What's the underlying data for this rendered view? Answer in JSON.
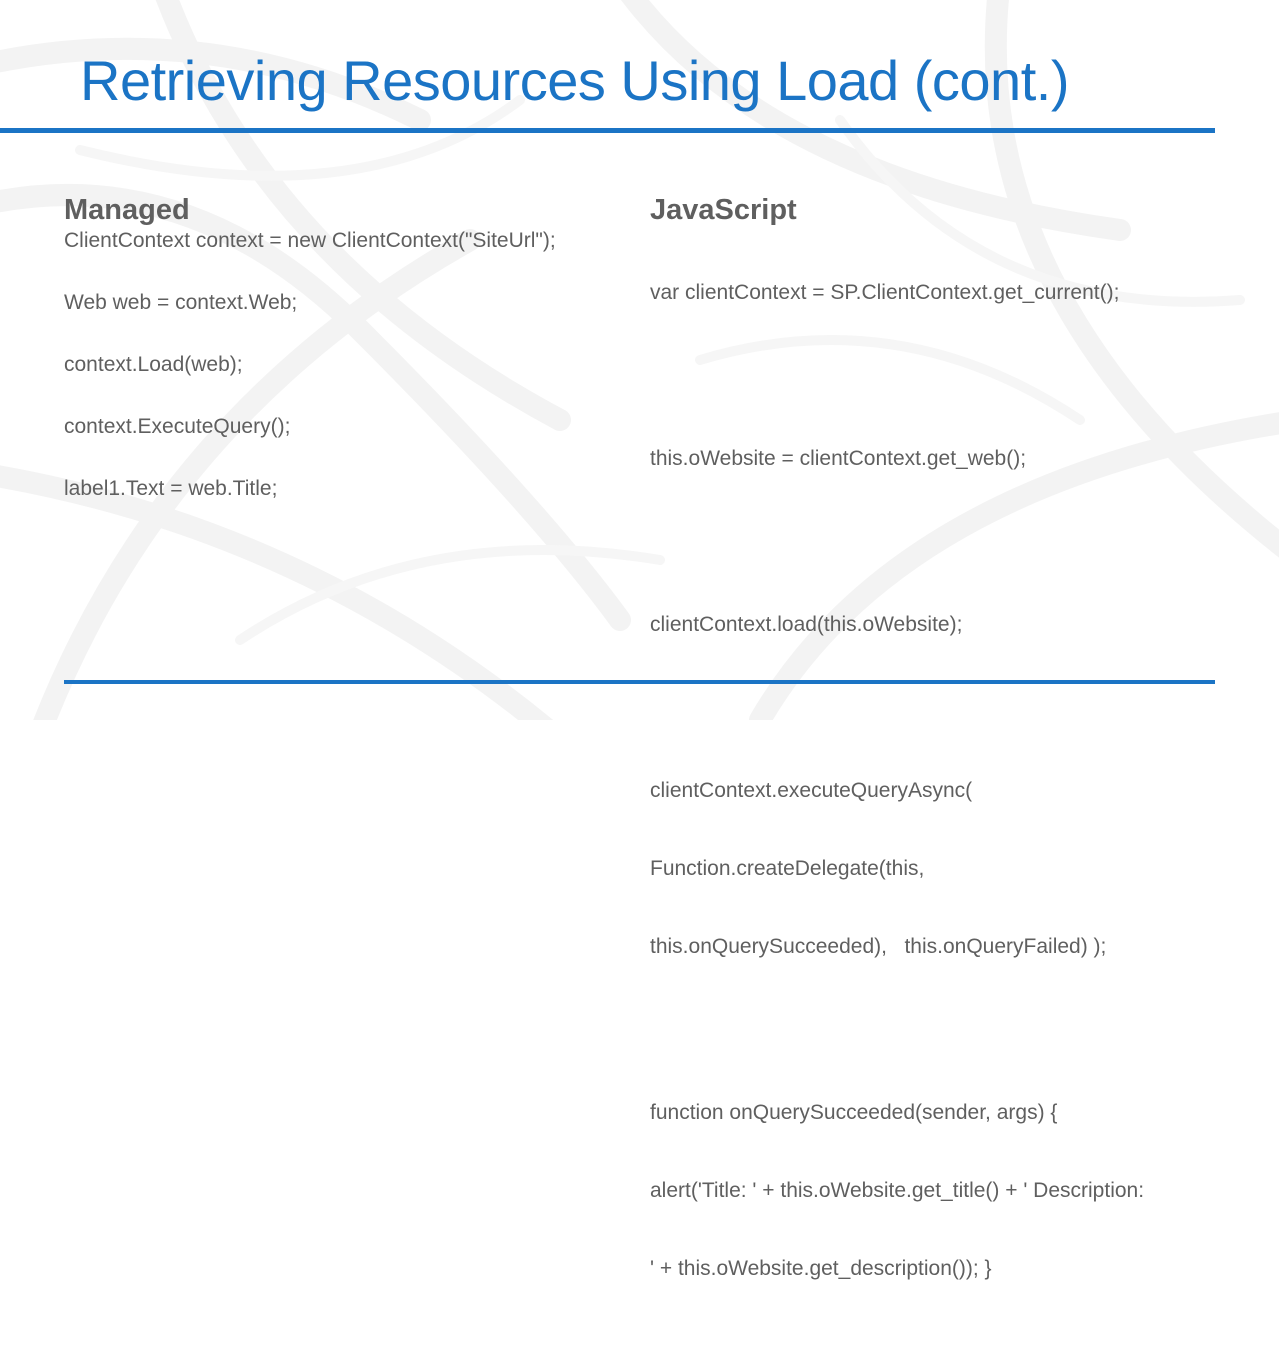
{
  "slide": {
    "title": "Retrieving Resources Using Load (cont.)"
  },
  "managed": {
    "heading": "Managed",
    "lines": [
      "ClientContext context = new ClientContext(\"SiteUrl\");",
      "Web web = context.Web;",
      "context.Load(web);",
      "context.ExecuteQuery();",
      "label1.Text = web.Title;"
    ]
  },
  "javascript": {
    "heading": "JavaScript",
    "lines": [
      [
        "var clientContext = SP.ClientContext.get_current();"
      ],
      [
        "this.oWebsite = clientContext.get_web();"
      ],
      [
        "clientContext.load(this.oWebsite);"
      ],
      [
        "clientContext.executeQueryAsync(",
        "Function.createDelegate(this,",
        "this.onQuerySucceeded),   this.onQueryFailed) );"
      ],
      [
        "function onQuerySucceeded(sender, args) {",
        "alert('Title: ' + this.oWebsite.get_title() + ' Description:",
        "' + this.oWebsite.get_description()); }"
      ]
    ]
  },
  "colors": {
    "accent": "#1b74c5",
    "text": "#5f5f5f"
  }
}
